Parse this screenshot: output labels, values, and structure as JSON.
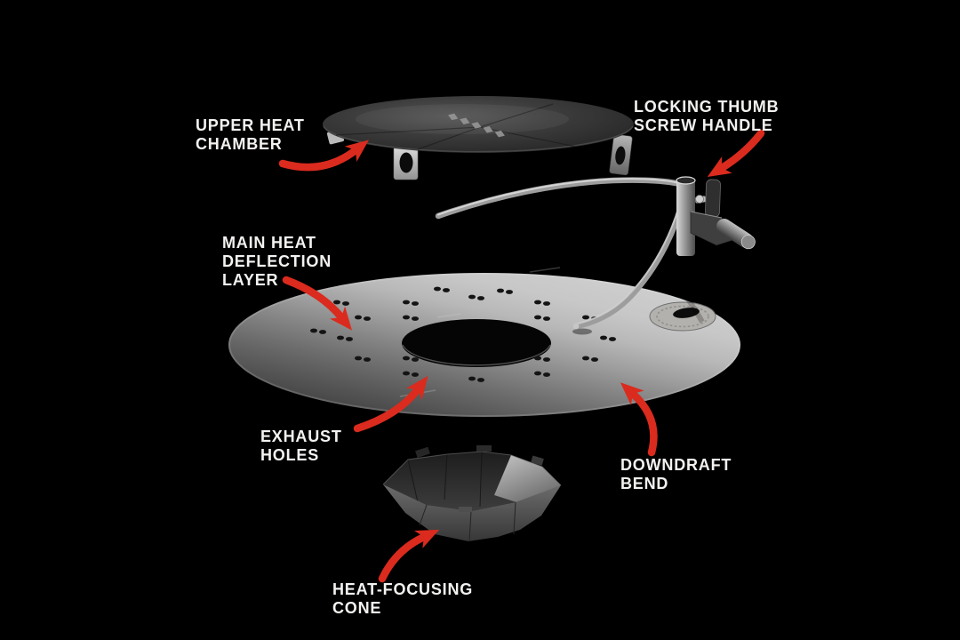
{
  "scene": {
    "background_color": "#000000",
    "label_color": "#f3f2f0",
    "arrow_color": "#da2b1e"
  },
  "labels": {
    "upper_heat_chamber": {
      "line1": "UPPER HEAT",
      "line2": "CHAMBER"
    },
    "locking_thumb_screw_handle": {
      "line1": "LOCKING THUMB",
      "line2": "SCREW HANDLE"
    },
    "main_heat_deflection_layer": {
      "line1": "MAIN HEAT",
      "line2": "DEFLECTION",
      "line3": "LAYER"
    },
    "exhaust_holes": {
      "line1": "EXHAUST",
      "line2": "HOLES"
    },
    "downdraft_bend": {
      "line1": "DOWNDRAFT",
      "line2": "BEND"
    },
    "heat_focusing_cone": {
      "line1": "HEAT-FOCUSING",
      "line2": "CONE"
    }
  }
}
